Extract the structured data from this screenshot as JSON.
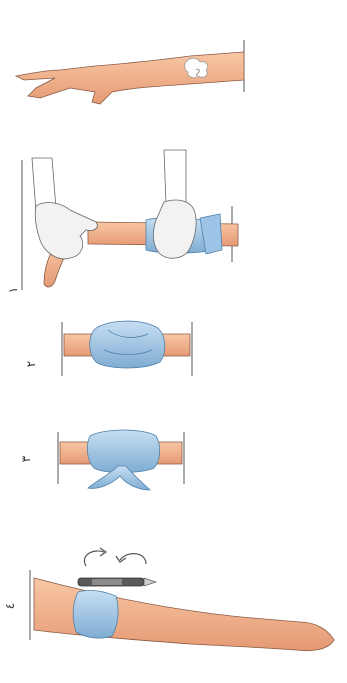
{
  "steps": [
    {
      "number": "١"
    },
    {
      "number": "٢"
    },
    {
      "number": "٣"
    },
    {
      "number": "٤"
    }
  ],
  "colors": {
    "skin": "#f4b48c",
    "skin_shadow": "#e39872",
    "bandage": "#a6cbe8",
    "bandage_shadow": "#6f9ec6",
    "glove": "#f4f4f4",
    "wound": "#ffffff",
    "line": "#555555"
  }
}
